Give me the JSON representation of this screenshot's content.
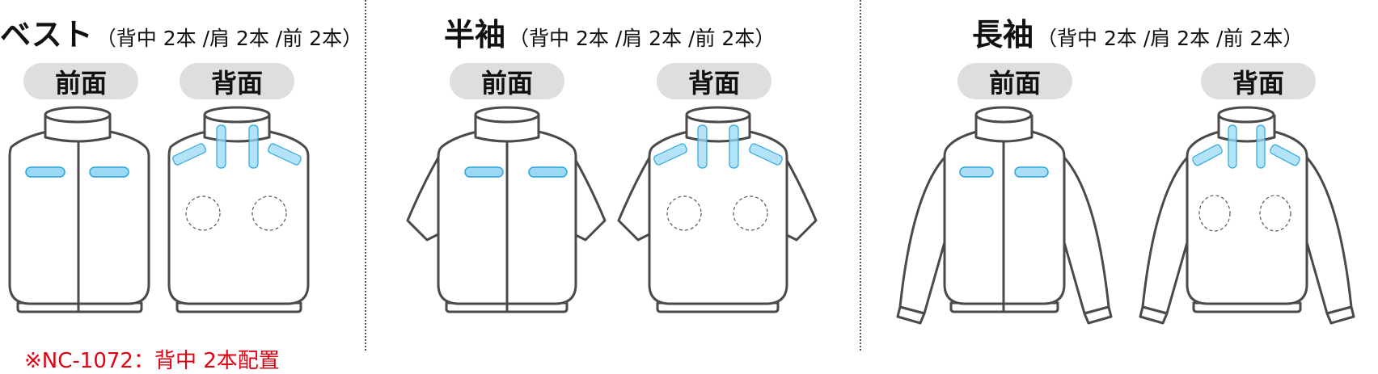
{
  "colors": {
    "outline": "#4a4a4a",
    "fan_fill": "#9bd8f3",
    "fan_stroke": "#2aa6de",
    "pill_bg": "#dedede",
    "note": "#e00012",
    "divider": "#555555"
  },
  "sections": [
    {
      "title": "ベスト",
      "subtitle": "（背中 2本 /肩 2本 /前 2本）",
      "front_label": "前面",
      "back_label": "背面",
      "garment": "vest",
      "note": "※NC-1072：背中 2本配置"
    },
    {
      "title": "半袖",
      "subtitle": "（背中 2本 /肩 2本 /前 2本）",
      "front_label": "前面",
      "back_label": "背面",
      "garment": "short-sleeve"
    },
    {
      "title": "長袖",
      "subtitle": "（背中 2本 /肩 2本 /前 2本）",
      "front_label": "前面",
      "back_label": "背面",
      "garment": "long-sleeve"
    }
  ],
  "legend_icons": {
    "front_fans": "horizontal-cooling-pad-icon",
    "back_neck_tubes": "vertical-cooling-tube-icon",
    "back_shoulder_pads": "angled-cooling-pad-icon",
    "back_fan_positions": "dashed-fan-circle-icon"
  }
}
